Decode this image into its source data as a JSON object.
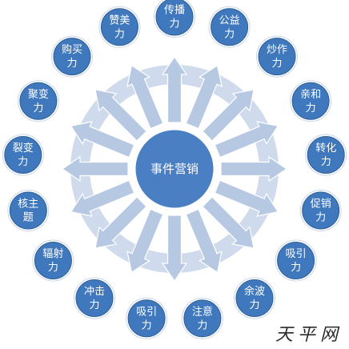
{
  "center": {
    "label": "事件营销"
  },
  "outer_nodes": [
    {
      "line1": "传播",
      "line2": "力"
    },
    {
      "line1": "公益",
      "line2": "力"
    },
    {
      "line1": "炒作",
      "line2": "力"
    },
    {
      "line1": "亲和",
      "line2": "力"
    },
    {
      "line1": "转化",
      "line2": "力"
    },
    {
      "line1": "促销",
      "line2": "力"
    },
    {
      "line1": "吸引",
      "line2": "力"
    },
    {
      "line1": "余波",
      "line2": "力"
    },
    {
      "line1": "注意",
      "line2": "力"
    },
    {
      "line1": "吸引",
      "line2": "力"
    },
    {
      "line1": "冲击",
      "line2": "力"
    },
    {
      "line1": "辐射",
      "line2": "力"
    },
    {
      "line1": "核主",
      "line2": "题"
    },
    {
      "line1": "裂变",
      "line2": "力"
    },
    {
      "line1": "聚变",
      "line2": "力"
    },
    {
      "line1": "购买",
      "line2": "力"
    },
    {
      "line1": "赞美",
      "line2": "力"
    }
  ],
  "watermark": "天平网",
  "colors": {
    "node_fill": "#3f78bd",
    "node_stroke": "#2f5e97",
    "node_ring": "#ffffff",
    "center_fill": "#4a7fc3",
    "center_ring": "#ffffff",
    "ring_fill": "#a8bedc",
    "ring_stroke": "#8aa6cc",
    "arrow_fill": "#b7c9e2",
    "arrow_stroke": "#ffffff"
  }
}
